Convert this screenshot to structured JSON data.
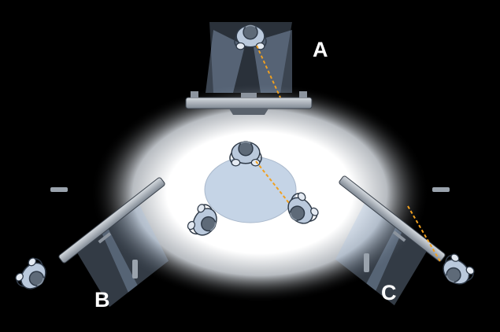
{
  "stations": [
    {
      "id": "a",
      "label": "A"
    },
    {
      "id": "b",
      "label": "B"
    },
    {
      "id": "c",
      "label": "C"
    }
  ],
  "colors": {
    "background": "#000000",
    "spotlight": "#ffffff",
    "table": "#c5d4e6",
    "person_fill": "#bac9dc",
    "person_stroke": "#2f3a48",
    "monitor": "#9aa3ad",
    "camera_cone": "#a9c3e6",
    "gaze_line": "#f0a020"
  }
}
